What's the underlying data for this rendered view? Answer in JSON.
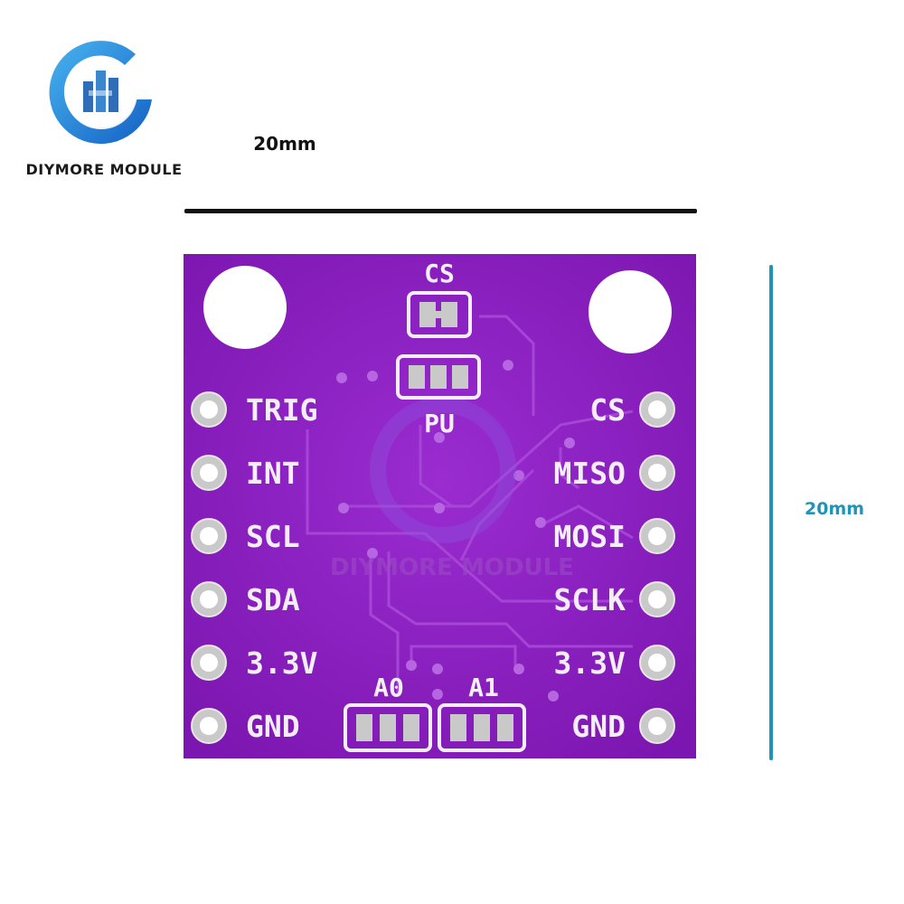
{
  "brand": {
    "name": "DIYMORE MODULE",
    "watermark": "DIYMORE MODULE",
    "logo_colors": {
      "ring": "#1b7fd6",
      "ring_light": "#49b4f0",
      "bars": "#2f6db8"
    }
  },
  "dimensions": {
    "width": "20mm",
    "height": "20mm"
  },
  "colors": {
    "board": "#8a1fc0",
    "silkscreen": "#f4eef8",
    "pad": "#c9c9c9",
    "height_marker": "#1f94b8"
  },
  "board": {
    "left_pins": [
      "TRIG",
      "INT",
      "SCL",
      "SDA",
      "3.3V",
      "GND"
    ],
    "right_pins": [
      "CS",
      "MISO",
      "MOSI",
      "SCLK",
      "3.3V",
      "GND"
    ],
    "jumpers": {
      "top": "CS",
      "pullup": "PU",
      "addr0": "A0",
      "addr1": "A1"
    }
  }
}
